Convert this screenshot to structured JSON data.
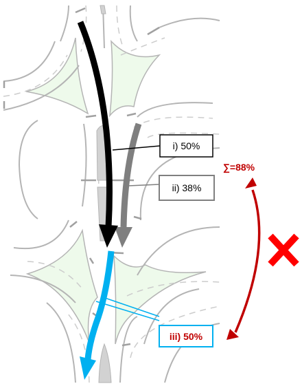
{
  "labels": {
    "i": "i) 50%",
    "ii": "ii) 38%",
    "iii": "iii) 50%",
    "sum": "∑=88%"
  },
  "colors": {
    "black_arrow": "#000000",
    "gray_arrow": "#7f7f7f",
    "blue_arrow": "#00b0f0",
    "red": "#c00000",
    "green_fill": "#eefaeb",
    "road_outline": "#b4b4b4",
    "lane_dash": "#cccccc",
    "median": "#d2d2d2"
  },
  "icons": {
    "cross": "red-x-icon",
    "double_arrow": "curved-double-arrow-icon"
  }
}
